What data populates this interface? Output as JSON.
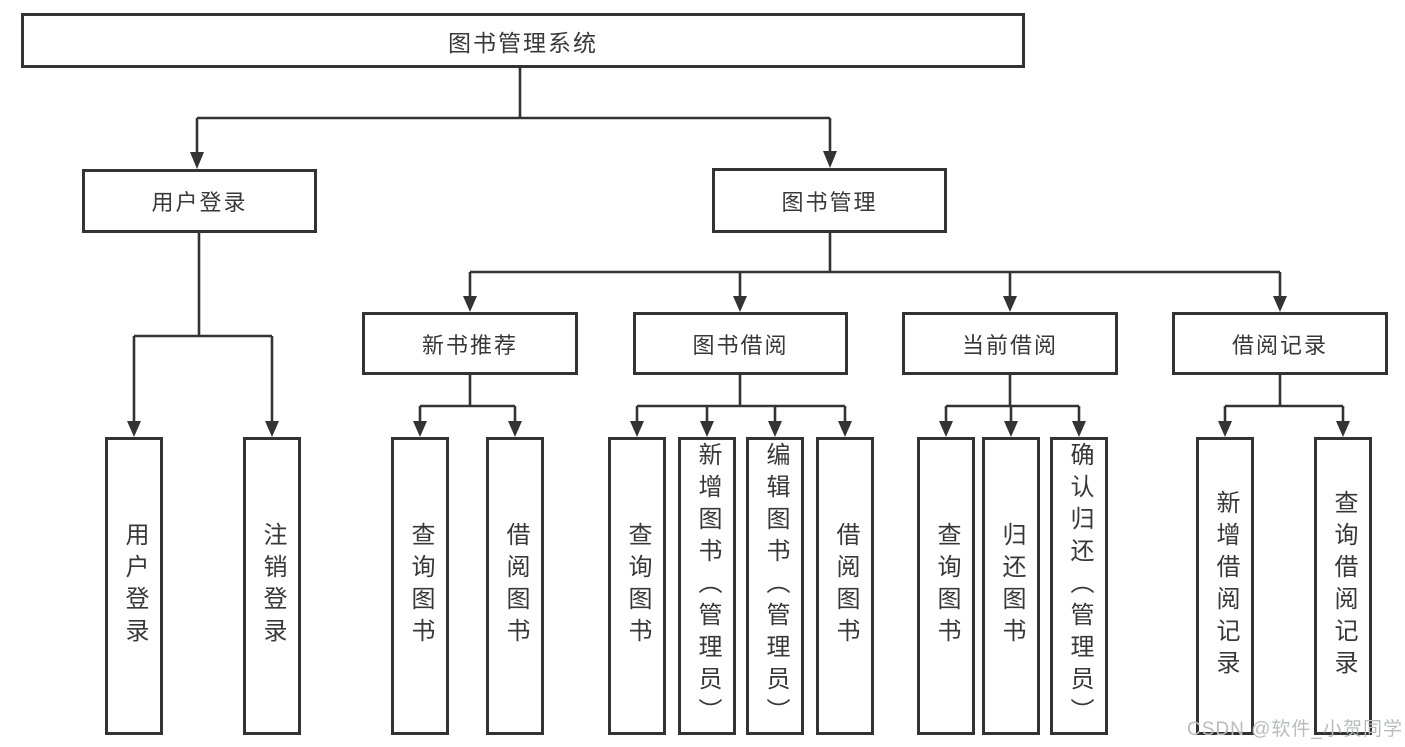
{
  "diagram": {
    "type": "hierarchy-tree",
    "colors": {
      "background": "#ffffff",
      "line": "#333333",
      "box_border": "#333333",
      "text": "#383838",
      "watermark": "#b9bcbf"
    },
    "watermark": "CSDN @软件_小贺同学",
    "tree": {
      "label": "图书管理系统",
      "children": [
        {
          "label": "用户登录",
          "children": [
            {
              "label": "用户登录"
            },
            {
              "label": "注销登录"
            }
          ]
        },
        {
          "label": "图书管理",
          "children": [
            {
              "label": "新书推荐",
              "children": [
                {
                  "label": "查询图书"
                },
                {
                  "label": "借阅图书"
                }
              ]
            },
            {
              "label": "图书借阅",
              "children": [
                {
                  "label": "查询图书"
                },
                {
                  "label": "新增图书（管理员）"
                },
                {
                  "label": "编辑图书（管理员）"
                },
                {
                  "label": "借阅图书"
                }
              ]
            },
            {
              "label": "当前借阅",
              "children": [
                {
                  "label": "查询图书"
                },
                {
                  "label": "归还图书"
                },
                {
                  "label": "确认归还（管理员）"
                }
              ]
            },
            {
              "label": "借阅记录",
              "children": [
                {
                  "label": "新增借阅记录"
                },
                {
                  "label": "查询借阅记录"
                }
              ]
            }
          ]
        }
      ]
    }
  }
}
